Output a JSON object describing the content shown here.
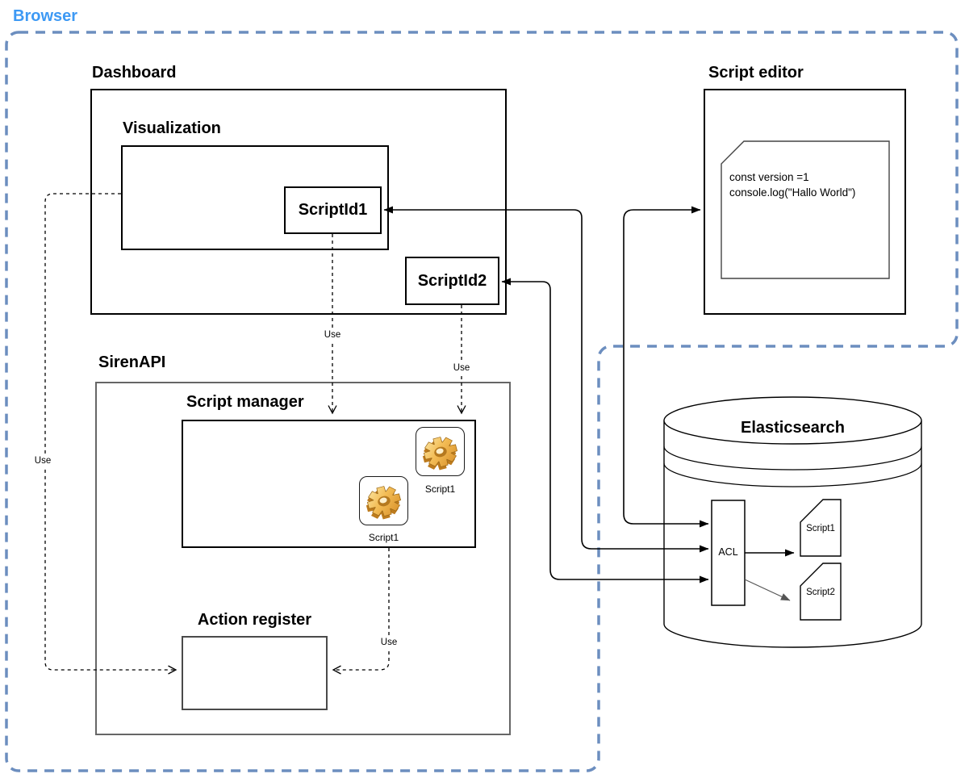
{
  "colors": {
    "browser_accent": "#3D99F4",
    "border_blue": "#6C8EBF",
    "gear_orange": "#E9A83F",
    "line_black": "#000000",
    "line_gray": "#666666"
  },
  "browser": {
    "label": "Browser"
  },
  "dashboard": {
    "title": "Dashboard",
    "visualization": {
      "title": "Visualization",
      "script_id1_label": "ScriptId1"
    },
    "script_id2_label": "ScriptId2"
  },
  "script_editor": {
    "title": "Script editor",
    "code_lines": [
      "const version =1",
      "console.log(\"Hallo World\")"
    ]
  },
  "siren_api": {
    "title": "SirenAPI",
    "script_manager": {
      "title": "Script manager",
      "gears": [
        {
          "label": "Script1"
        },
        {
          "label": "Script1"
        }
      ]
    },
    "action_register": {
      "title": "Action register"
    }
  },
  "elasticsearch": {
    "title": "Elasticsearch",
    "acl_label": "ACL",
    "docs": [
      {
        "label": "Script1"
      },
      {
        "label": "Script2"
      }
    ]
  },
  "edges": {
    "use_labels": [
      "Use",
      "Use",
      "Use",
      "Use"
    ]
  }
}
